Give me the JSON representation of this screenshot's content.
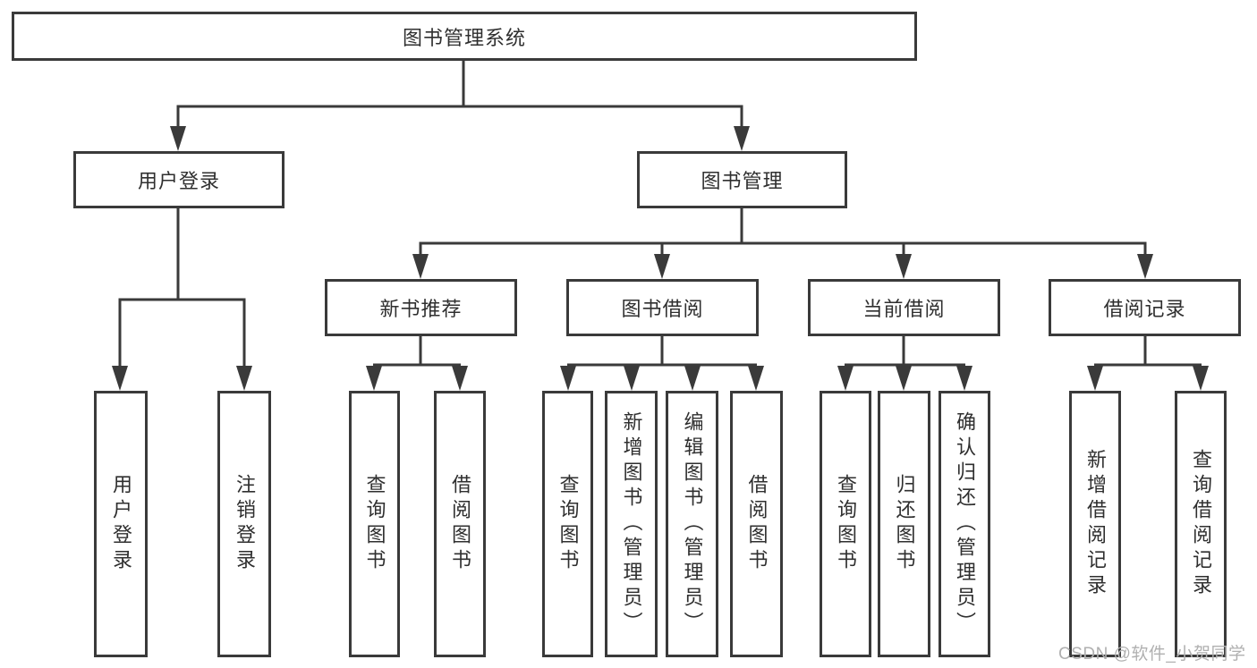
{
  "diagram": {
    "root": {
      "label": "图书管理系统"
    },
    "branches": [
      {
        "label": "用户登录",
        "children": [
          {
            "label": "用户登录"
          },
          {
            "label": "注销登录"
          }
        ]
      },
      {
        "label": "图书管理",
        "children": [
          {
            "label": "新书推荐",
            "children": [
              {
                "label": "查询图书"
              },
              {
                "label": "借阅图书"
              }
            ]
          },
          {
            "label": "图书借阅",
            "children": [
              {
                "label": "查询图书"
              },
              {
                "label": "新增图书（管理员）"
              },
              {
                "label": "编辑图书（管理员）"
              },
              {
                "label": "借阅图书"
              }
            ]
          },
          {
            "label": "当前借阅",
            "children": [
              {
                "label": "查询图书"
              },
              {
                "label": "归还图书"
              },
              {
                "label": "确认归还（管理员）"
              }
            ]
          },
          {
            "label": "借阅记录",
            "children": [
              {
                "label": "新增借阅记录"
              },
              {
                "label": "查询借阅记录"
              }
            ]
          }
        ]
      }
    ]
  },
  "watermark": {
    "text": "CSDN @软件_小贺同学"
  },
  "colors": {
    "line": "#3a3a3a",
    "box_background": "#ffffff",
    "text": "#2f2f2f",
    "watermark": "#b0b0b0",
    "page_background": "#ffffff"
  }
}
